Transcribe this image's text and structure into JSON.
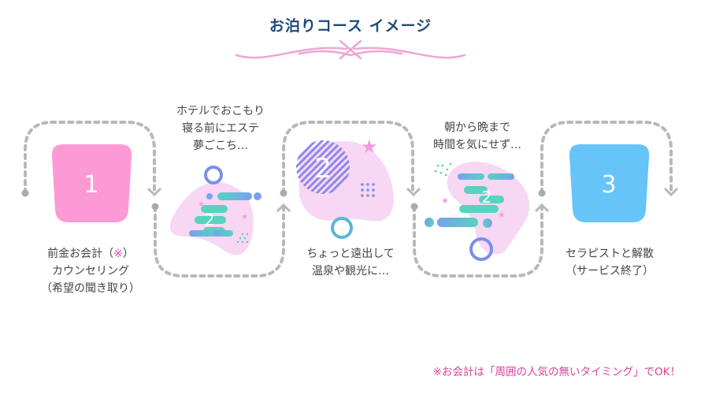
{
  "title": "お泊りコース イメージ",
  "colors": {
    "title": "#1f4a78",
    "step1": "#fd9ad6",
    "step3": "#66c4f8",
    "path": "#b4b4b4",
    "ornament": "#eea6d4",
    "note": "#d9429c"
  },
  "steps": [
    {
      "number": "1",
      "lines": [
        "前金お会計（",
        "※",
        "）",
        "カウンセリング",
        "（希望の聞き取り）"
      ]
    },
    {
      "number": "2",
      "lines": [
        "ホテルでおこもり",
        "寝る前にエステ",
        "夢ごこち…"
      ]
    },
    {
      "number": "2",
      "lines": [
        "ちょっと遠出して",
        "温泉や観光に…"
      ]
    },
    {
      "number": "2",
      "lines": [
        "朝から晩まで",
        "時間を気にせず…"
      ]
    },
    {
      "number": "3",
      "lines": [
        "セラピストと解散",
        "（サービス終了）"
      ]
    }
  ],
  "note": "※お会計は「周囲の人気の無いタイミング」でOK！"
}
